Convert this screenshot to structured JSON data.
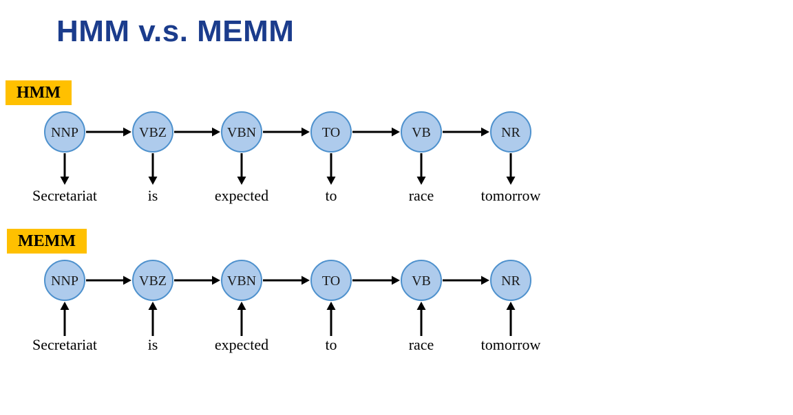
{
  "title": "HMM v.s. MEMM",
  "colors": {
    "title_text": "#1B3C8C",
    "badge_bg": "#FFC000",
    "badge_text": "#000000",
    "node_fill": "#AECBEC",
    "node_border": "#4E91CD",
    "node_label_text": "#1A1A1A",
    "arrow": "#000000",
    "word_text": "#000000",
    "background": "#FFFFFF"
  },
  "sections": [
    {
      "id": "hmm",
      "badge": "HMM",
      "emission_arrow_direction": "down",
      "nodes": [
        "NNP",
        "VBZ",
        "VBN",
        "TO",
        "VB",
        "NR"
      ],
      "words": [
        "Secretariat",
        "is",
        "expected",
        "to",
        "race",
        "tomorrow"
      ]
    },
    {
      "id": "memm",
      "badge": "MEMM",
      "emission_arrow_direction": "up",
      "nodes": [
        "NNP",
        "VBZ",
        "VBN",
        "TO",
        "VB",
        "NR"
      ],
      "words": [
        "Secretariat",
        "is",
        "expected",
        "to",
        "race",
        "tomorrow"
      ]
    }
  ]
}
